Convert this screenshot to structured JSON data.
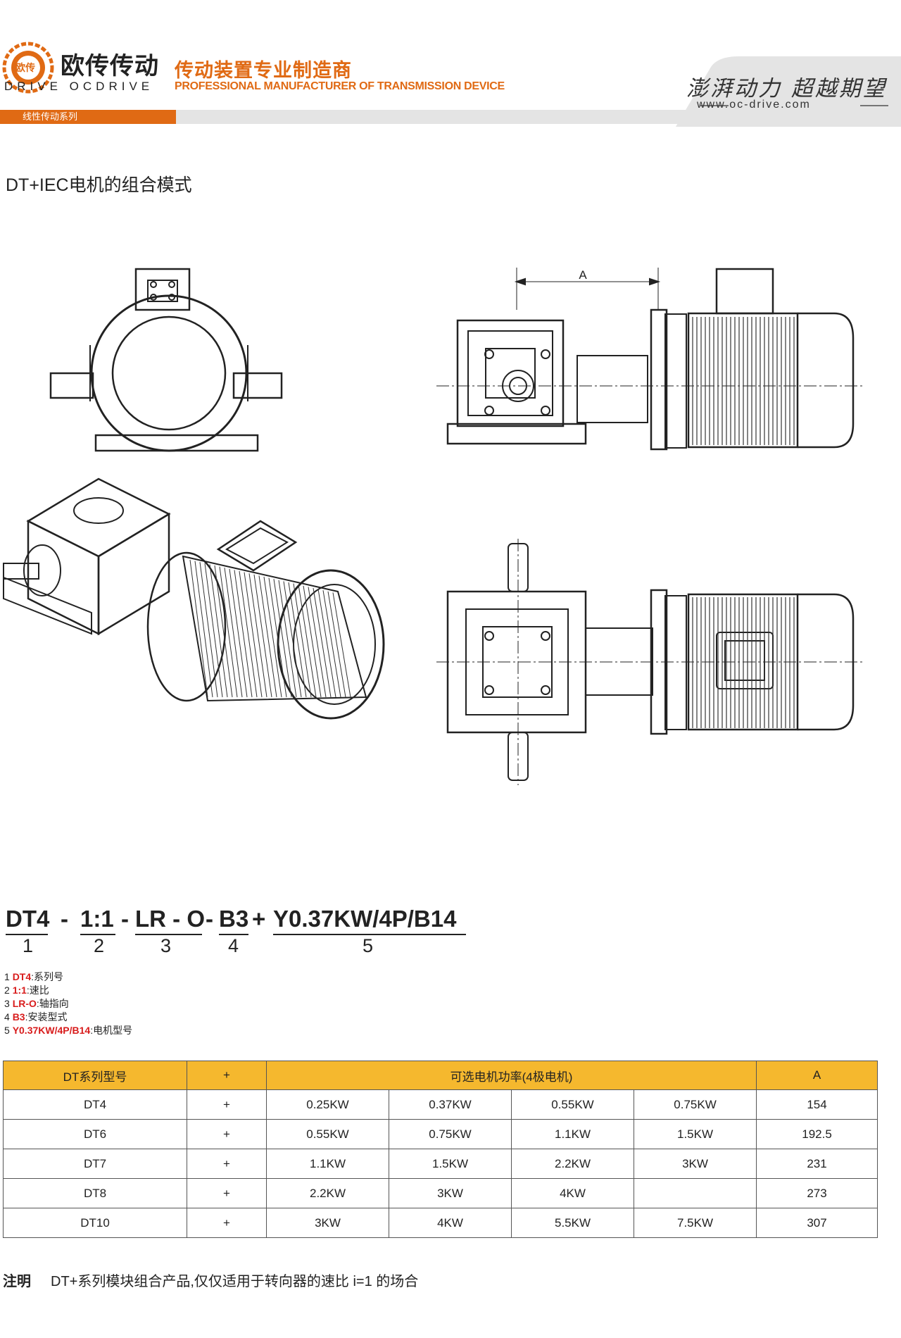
{
  "header": {
    "brand_cn": "欧传传动",
    "brand_en": "DRIVE OCDRIVE",
    "logo_text": "欧传",
    "tagline_cn": "传动装置专业制造商",
    "tagline_en": "PROFESSIONAL MANUFACTURER OF TRANSMISSION DEVICE",
    "slogan": "澎湃动力 超越期望",
    "website": "www.oc-drive.com",
    "series_tab": "线性传动系列"
  },
  "section_title": "DT+IEC电机的组合模式",
  "drawing": {
    "dimension_label": "A"
  },
  "model_code": {
    "parts": [
      {
        "code": "DT4",
        "num": "1"
      },
      {
        "code": "1:1",
        "num": "2"
      },
      {
        "code": "LR - O",
        "num": "3"
      },
      {
        "code": "B3",
        "num": "4"
      },
      {
        "code": "Y0.37KW/4P/B14",
        "num": "5"
      }
    ],
    "sep1": "-",
    "sep2": "-",
    "sep3": "-",
    "sep4": "+"
  },
  "legend": [
    {
      "num": "1",
      "code": "DT4",
      "desc": ":系列号"
    },
    {
      "num": "2",
      "code": "1:1",
      "desc": ":速比"
    },
    {
      "num": "3",
      "code": "LR-O",
      "desc": ":轴指向"
    },
    {
      "num": "4",
      "code": "B3",
      "desc": ":安装型式"
    },
    {
      "num": "5",
      "code": "Y0.37KW/4P/B14",
      "desc": ":电机型号"
    }
  ],
  "table": {
    "headers": {
      "model": "DT系列型号",
      "plus": "+",
      "power": "可选电机功率(4极电机)",
      "a": "A"
    },
    "rows": [
      {
        "model": "DT4",
        "plus": "+",
        "p1": "0.25KW",
        "p2": "0.37KW",
        "p3": "0.55KW",
        "p4": "0.75KW",
        "a": "154"
      },
      {
        "model": "DT6",
        "plus": "+",
        "p1": "0.55KW",
        "p2": "0.75KW",
        "p3": "1.1KW",
        "p4": "1.5KW",
        "a": "192.5"
      },
      {
        "model": "DT7",
        "plus": "+",
        "p1": "1.1KW",
        "p2": "1.5KW",
        "p3": "2.2KW",
        "p4": "3KW",
        "a": "231"
      },
      {
        "model": "DT8",
        "plus": "+",
        "p1": "2.2KW",
        "p2": "3KW",
        "p3": "4KW",
        "p4": "",
        "a": "273"
      },
      {
        "model": "DT10",
        "plus": "+",
        "p1": "3KW",
        "p2": "4KW",
        "p3": "5.5KW",
        "p4": "7.5KW",
        "a": "307"
      }
    ]
  },
  "note": {
    "label": "注明",
    "text": "DT+系列模块组合产品,仅仅适用于转向器的速比 i=1 的场合"
  },
  "colors": {
    "orange": "#e06a14",
    "table_header": "#f5b82e",
    "legend_red": "#d81c1c"
  }
}
